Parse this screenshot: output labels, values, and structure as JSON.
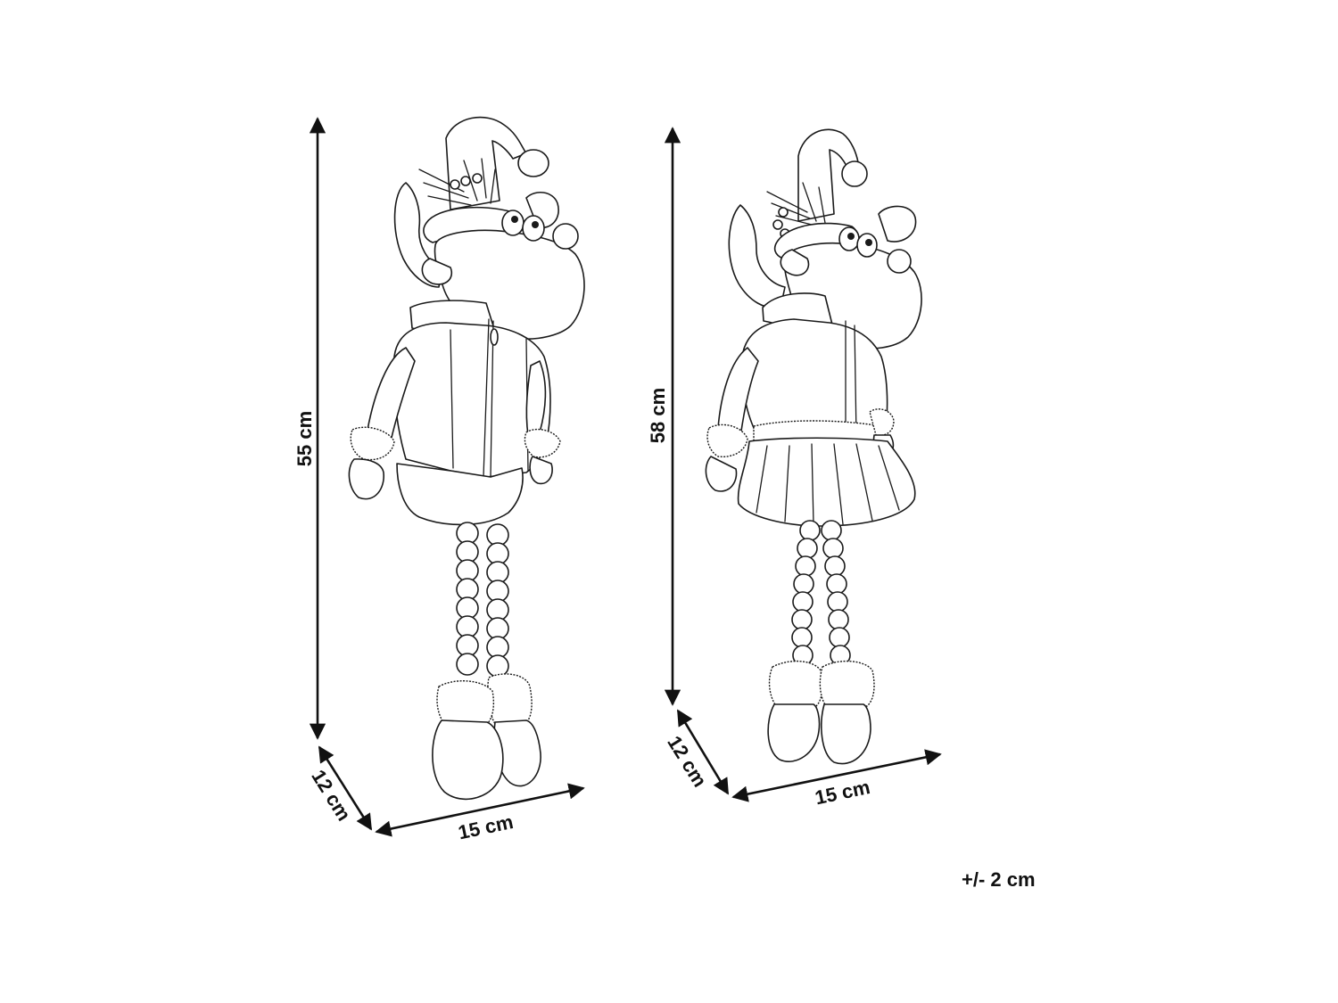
{
  "figures": [
    {
      "name": "reindeer-boy",
      "height_label": "55 cm",
      "depth_label": "12 cm",
      "width_label": "15 cm"
    },
    {
      "name": "reindeer-girl",
      "height_label": "58 cm",
      "depth_label": "12 cm",
      "width_label": "15 cm"
    }
  ],
  "tolerance_label": "+/- 2 cm",
  "colors": {
    "ink": "#111111",
    "background": "#ffffff"
  }
}
